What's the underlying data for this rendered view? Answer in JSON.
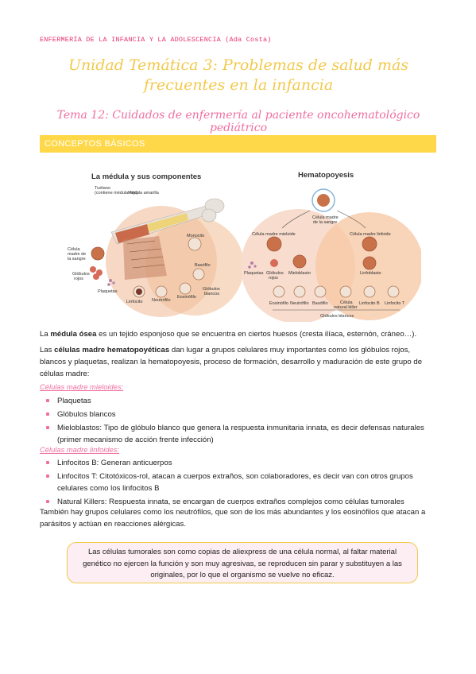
{
  "header": {
    "course": "ENFERMERÍA DE LA INFANCIA Y LA ADOLESCENCIA (Ada Costa)",
    "unit_title": "Unidad Temática 3: Problemas de salud más frecuentes en la infancia",
    "topic_title": "Tema 12: Cuidados de enfermería al paciente oncohematológico pediátrico"
  },
  "section": {
    "label": "CONCEPTOS BÁSICOS"
  },
  "figure": {
    "left_title": "La médula y sus componentes",
    "right_title": "Hematopoyesis",
    "left_labels": {
      "tuetano": "Tuétano",
      "tuetano_sub": "(contiene médula roja)",
      "medula_amarilla": "Médula amarilla",
      "celula_madre": "Célula",
      "celula_madre_2": "madre de",
      "celula_madre_3": "la sangre",
      "globulos_rojos": "Glóbulos",
      "globulos_rojos_2": "rojos",
      "plaquetas": "Plaquetas",
      "linfocito": "Linfocito",
      "neutrofilo": "Neutrófilo",
      "eosinofilo": "Eosinófilo",
      "basofilo": "Basófilo",
      "monocito": "Monocito",
      "globulos_blancos": "Glóbulos",
      "globulos_blancos_2": "blancos"
    },
    "right_labels": {
      "celula_madre": "Célula madre",
      "celula_madre_2": "de la sangre",
      "mieloide": "Célula madre mieloide",
      "linfoide": "Célula madre linfoide",
      "plaquetas": "Plaquetas",
      "globulos_rojos": "Glóbulos",
      "globulos_rojos_2": "rojos",
      "mieloblasto": "Mieloblasto",
      "linfoblasto": "Linfoblasto",
      "eosinofilo": "Eosinófilo",
      "neutrofilo": "Neutrófilo",
      "basofilo": "Basófilo",
      "natural_killer": "Célula",
      "natural_killer_2": "natural killer",
      "linfocito_b": "Linfocito B",
      "linfocito_t": "Linfocito T",
      "globulos_blancos": "Glóbulos blancos"
    }
  },
  "body": {
    "p1_pre": "La ",
    "p1_bold": "médula ósea",
    "p1_post": " es un tejido esponjoso que se encuentra en ciertos huesos (cresta ilíaca, esternón, cráneo…).",
    "p2_pre": "Las ",
    "p2_bold": "células madre hematopoyéticas",
    "p2_post": " dan lugar a grupos celulares muy importantes como los glóbulos rojos, blancos y plaquetas, realizan la hematopoyesis, proceso de formación, desarrollo y maduración de este grupo de células madre:",
    "mieloides_head": "Células madre mieloides:",
    "mieloides": [
      "Plaquetas",
      "Glóbulos blancos",
      "Mieloblastos: Tipo de glóbulo blanco que genera la respuesta inmunitaria innata, es decir defensas naturales (primer mecanismo de acción frente infección)"
    ],
    "linfoides_head": "Células madre linfoides:",
    "linfoides": [
      "Linfocitos B: Generan anticuerpos",
      "Linfocitos T: Citotóxicos-rol, atacan a cuerpos extraños, son colaboradores, es decir van con otros grupos celulares como los linfocitos B",
      "Natural Killers: Respuesta innata, se encargan de cuerpos extraños complejos como células tumorales"
    ],
    "p3": "También hay grupos celulares como los neutrófilos, que son de los más abundantes y los eosinófilos que atacan a parásitos y actúan en reacciones alérgicas."
  },
  "note": {
    "text": "Las células tumorales son como copias de aliexpress de una célula normal, al faltar material genético no ejercen la función y son muy agresivas, se reproducen sin parar y substituyen a las originales, por lo que el organismo se vuelve no eficaz."
  },
  "colors": {
    "pink": "#ef6fa0",
    "yellow_title": "#f2c94c",
    "section_bar": "#ffd84a",
    "note_bg": "#fdeef4"
  }
}
